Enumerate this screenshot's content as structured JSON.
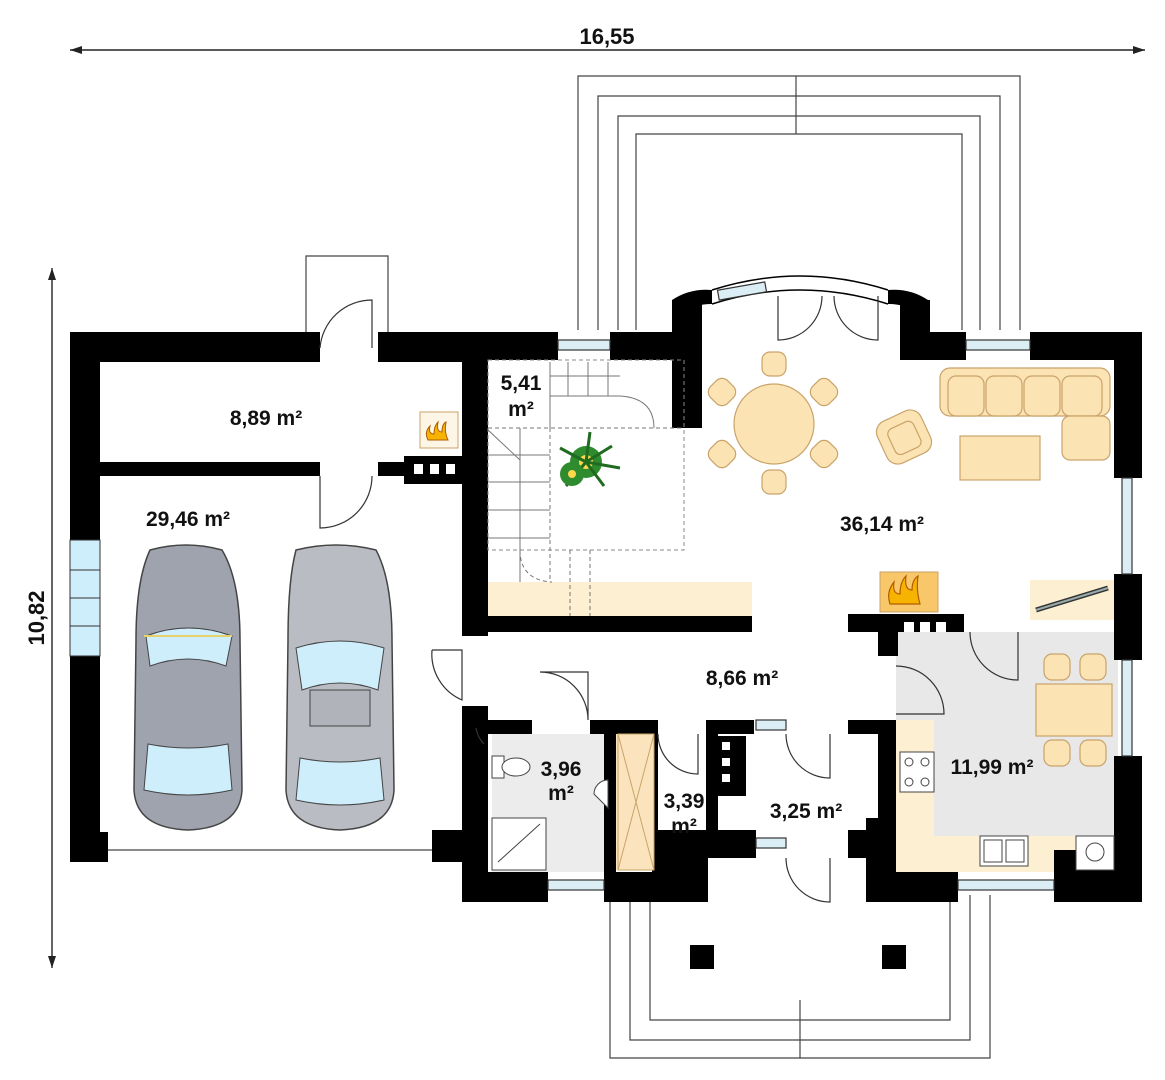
{
  "dimensions": {
    "width_label": "16,55",
    "height_label": "10,82"
  },
  "rooms": [
    {
      "id": "boiler",
      "area": "8,89 m²"
    },
    {
      "id": "garage",
      "area": "29,46 m²"
    },
    {
      "id": "stair",
      "area_line1": "5,41",
      "area_line2": "m²"
    },
    {
      "id": "living",
      "area": "36,14 m²"
    },
    {
      "id": "hall",
      "area": "8,66 m²"
    },
    {
      "id": "bath",
      "area_line1": "3,96",
      "area_line2": "m²"
    },
    {
      "id": "closet",
      "area_line1": "3,39",
      "area_line2": "m²"
    },
    {
      "id": "vestibule",
      "area": "3,25 m²"
    },
    {
      "id": "kitchen",
      "area": "11,99 m²"
    }
  ],
  "colors": {
    "wall": "#000000",
    "floor_wood": "#fdefd2",
    "floor_tile": "#e8e8e8",
    "furniture": "#fce3b4",
    "car_dark": "#9ea3ad",
    "car_light": "#b9bcc2",
    "glass": "#cfeefb"
  }
}
